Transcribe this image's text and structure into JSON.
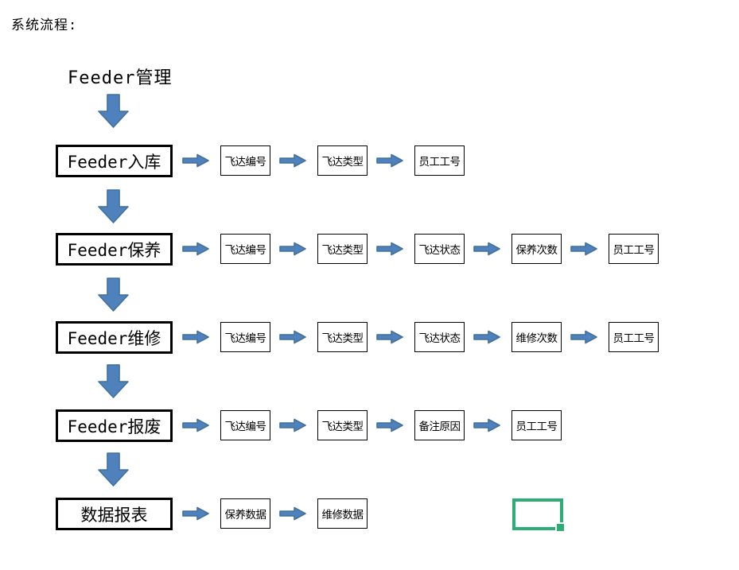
{
  "page": {
    "title": "系统流程:",
    "root_label": "Feeder管理"
  },
  "flow_rows": [
    {
      "main": "Feeder入库",
      "steps": [
        "飞达编号",
        "飞达类型",
        "员工工号"
      ]
    },
    {
      "main": "Feeder保养",
      "steps": [
        "飞达编号",
        "飞达类型",
        "飞达状态",
        "保养次数",
        "员工工号"
      ]
    },
    {
      "main": "Feeder维修",
      "steps": [
        "飞达编号",
        "飞达类型",
        "飞达状态",
        "维修次数",
        "员工工号"
      ]
    },
    {
      "main": "Feeder报废",
      "steps": [
        "飞达编号",
        "飞达类型",
        "备注原因",
        "员工工号"
      ]
    },
    {
      "main": "数据报表",
      "steps": [
        "保养数据",
        "维修数据"
      ]
    }
  ],
  "icons": {
    "down_arrow": "block-down-arrow",
    "right_arrow": "block-right-arrow",
    "fill_handle": "excel-fill-handle"
  },
  "colors": {
    "arrow_fill": "#4f81bd",
    "arrow_stroke": "#41719c",
    "box_border": "#000000",
    "selection_green": "#2bad75",
    "background": "#ffffff"
  }
}
